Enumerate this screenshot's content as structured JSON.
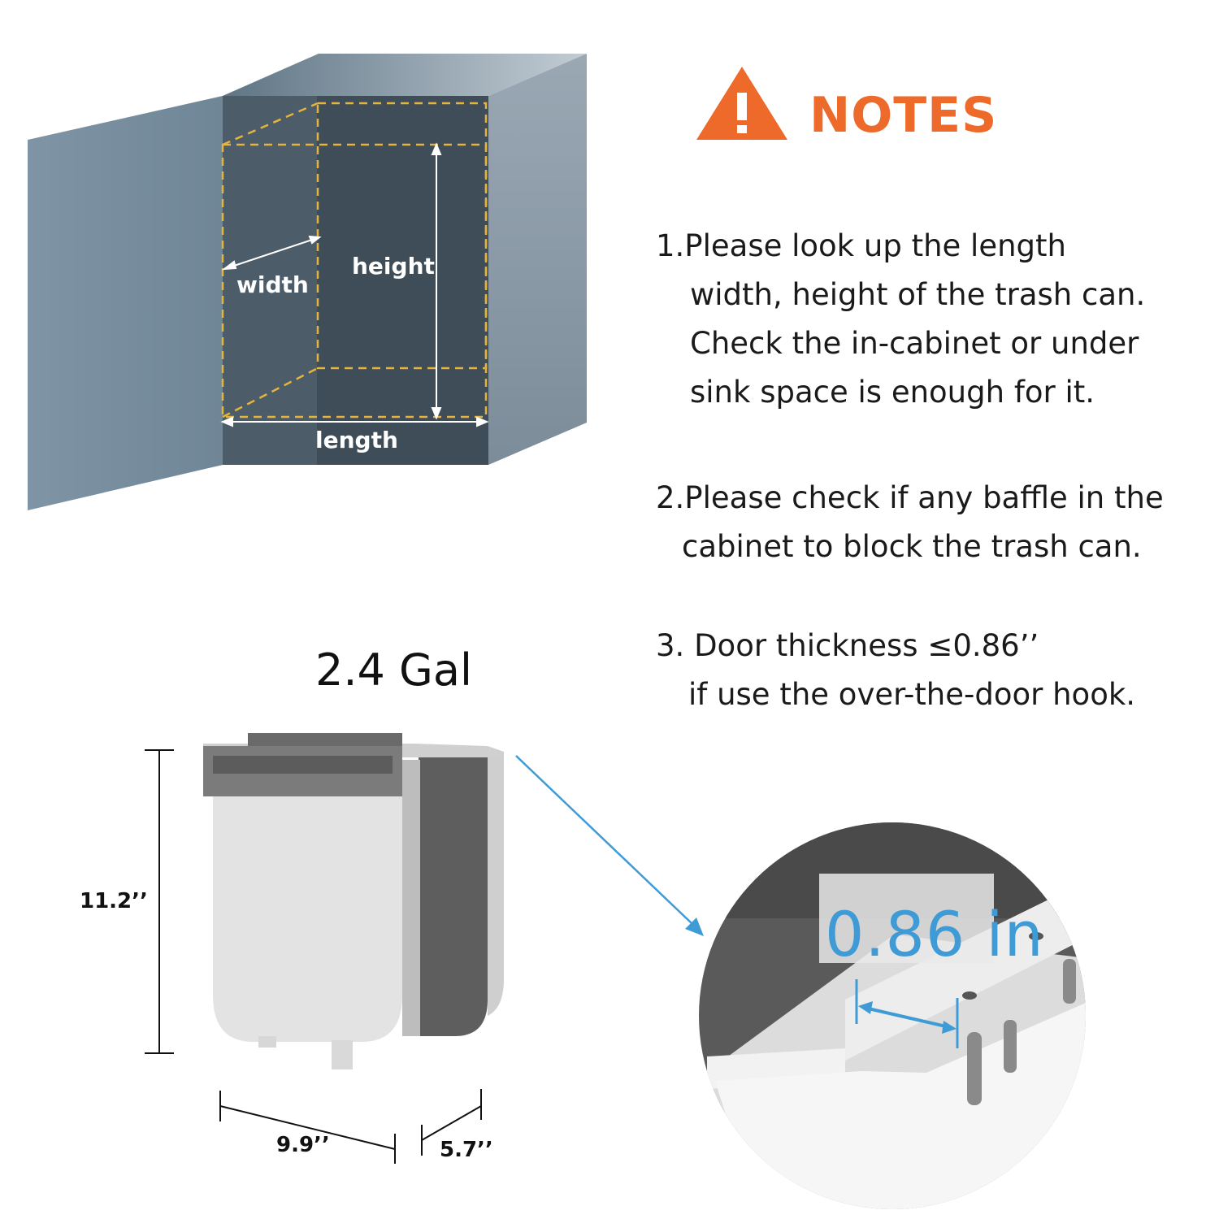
{
  "notes": {
    "title": "NOTES",
    "icon": "warning-triangle-icon",
    "accent_color": "#ee6a2a",
    "items": [
      {
        "lines": [
          "1.Please look up the length",
          "width, height of the trash can.",
          "Check the in-cabinet or under",
          "sink space is enough for it."
        ]
      },
      {
        "lines": [
          "2.Please check if any baffle in the",
          "cabinet to block the trash can."
        ]
      },
      {
        "lines": [
          "3. Door thickness ≤0.86’’",
          "if use the over-the-door hook."
        ]
      }
    ]
  },
  "cabinet_diagram": {
    "labels": {
      "width": "width",
      "height": "height",
      "length": "length"
    },
    "dash_color": "#e4b43c"
  },
  "product": {
    "capacity": "2.4 Gal",
    "height": "11.2’’",
    "length": "9.9’’",
    "width": "5.7’’",
    "door_thickness_callout": "0.86 in",
    "callout_color": "#3f9bd6"
  }
}
